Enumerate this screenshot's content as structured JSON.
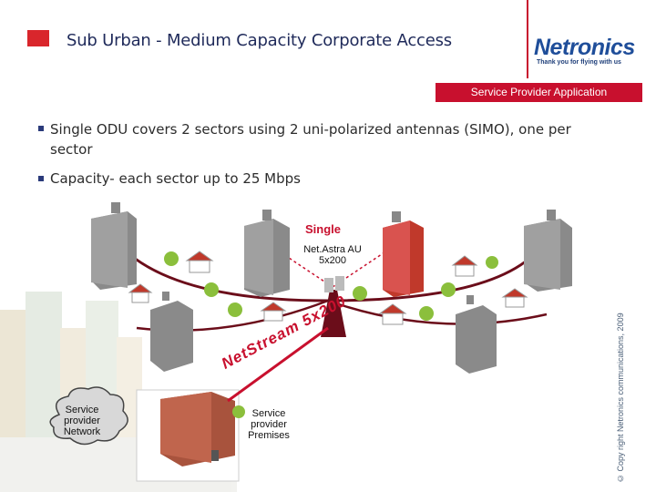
{
  "header": {
    "title": "Sub Urban - Medium Capacity Corporate Access",
    "logo_text": "Netronics",
    "logo_tagline": "Thank you for flying with us",
    "banner": "Service Provider Application",
    "accent_color": "#c8102e"
  },
  "bullets": [
    "Single ODU covers 2 sectors using  2 uni-polarized antennas (SIMO), one per sector",
    "Capacity- each sector up to 25 Mbps"
  ],
  "diagram": {
    "single_label": "Single",
    "au_label": "Net.Astra AU 5x200",
    "link_label": "NetStream 5x200",
    "cloud_label": "Service provider Network",
    "premises_label": "Service provider Premises"
  },
  "copyright": "© Copy right Netronics communications, 2009"
}
